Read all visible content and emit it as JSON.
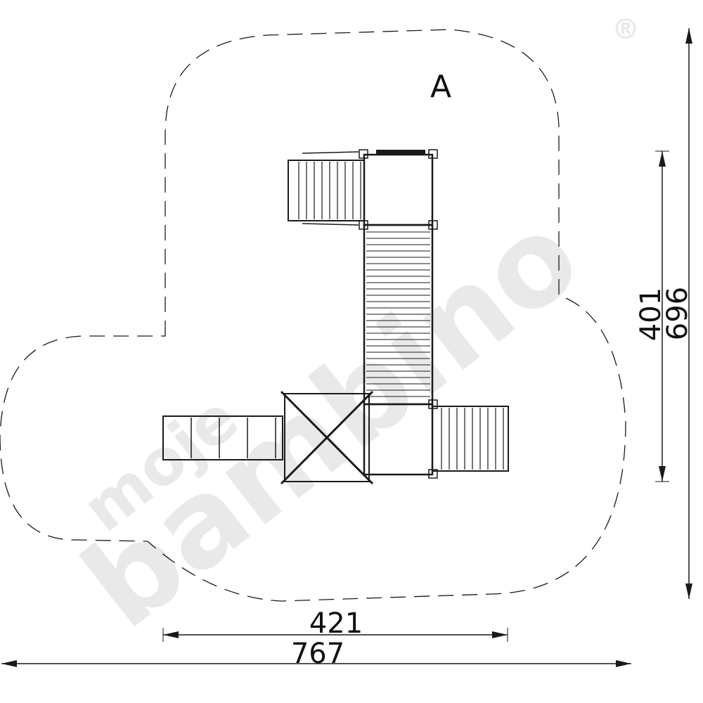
{
  "zone_label": "A",
  "dimensions": {
    "width_inner": "421",
    "width_outer": "767",
    "height_inner": "401",
    "height_outer": "696"
  },
  "watermark": {
    "line1": "moje",
    "line2": "bambino",
    "mark": "®"
  },
  "colors": {
    "line": "#1a1a1a",
    "watermark": "#e9e9e9"
  }
}
